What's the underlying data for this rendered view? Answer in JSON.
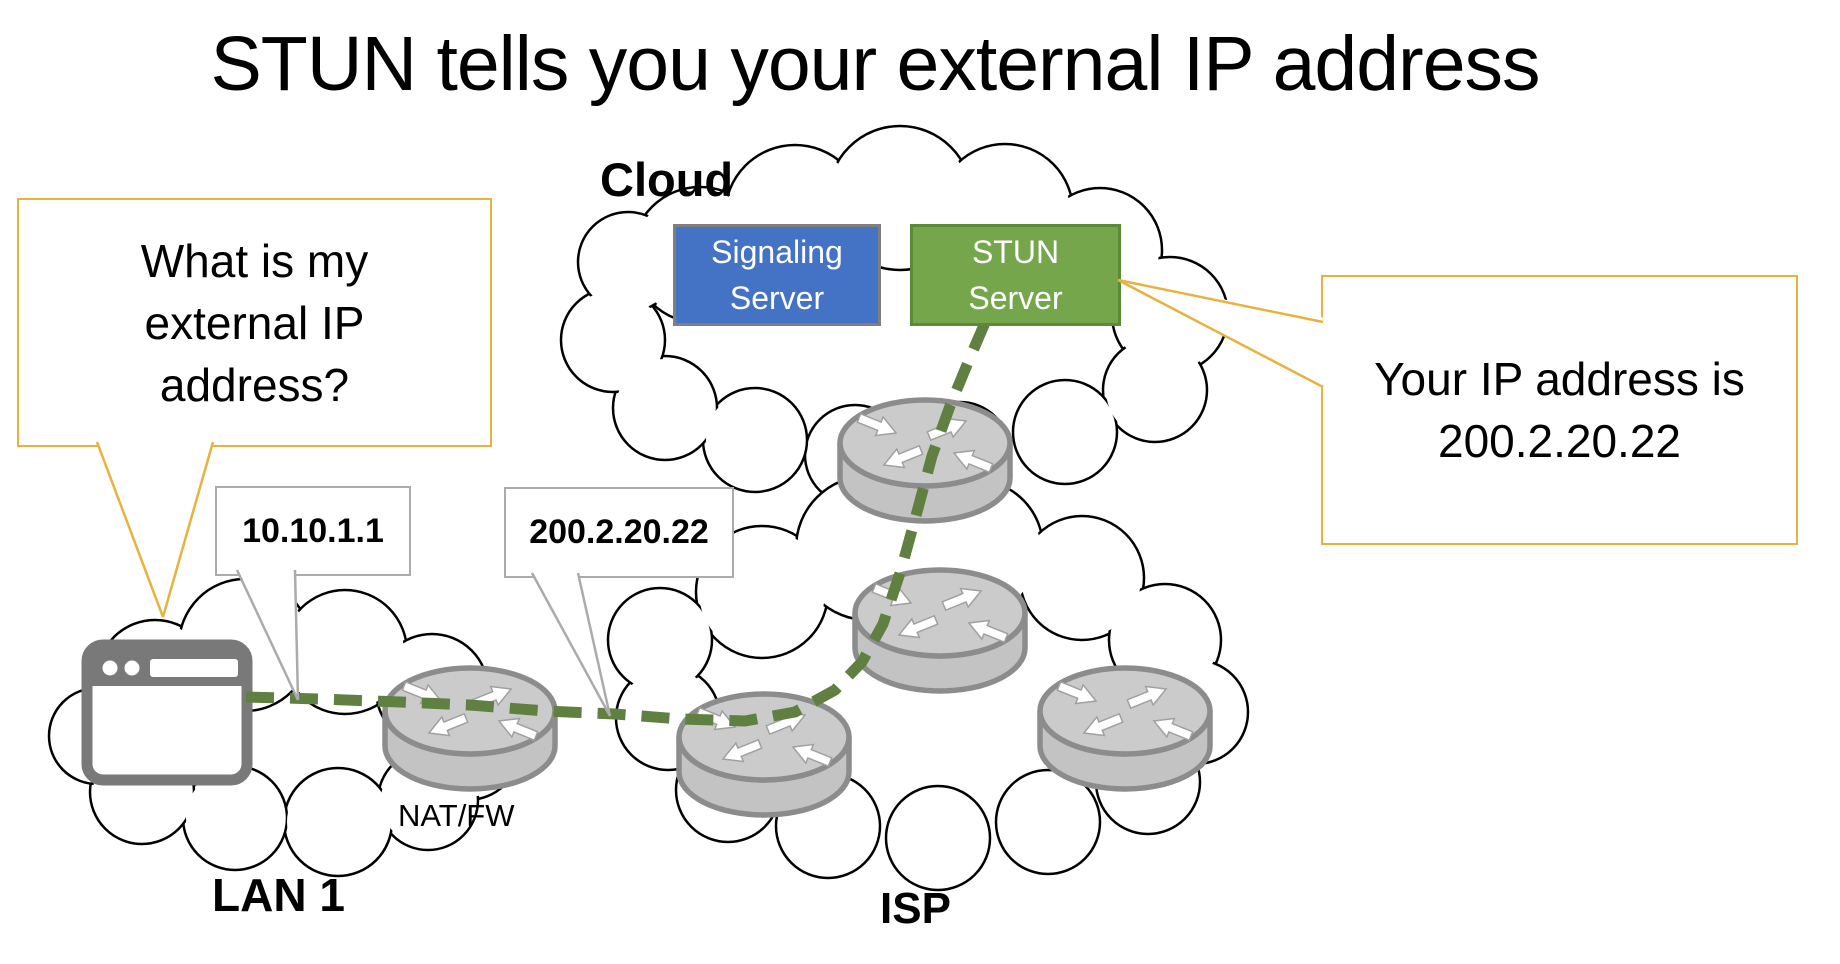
{
  "slide": {
    "title": "STUN tells you your external IP address",
    "background": "#ffffff"
  },
  "clouds": {
    "top": {
      "label": "Cloud"
    },
    "lan": {
      "label": "LAN 1"
    },
    "isp": {
      "label": "ISP"
    }
  },
  "servers": {
    "signaling": {
      "label": "Signaling Server",
      "fill": "#4472C4",
      "border": "#7F7F7F",
      "text_color": "#ffffff"
    },
    "stun": {
      "label": "STUN Server",
      "fill": "#75A64B",
      "border": "#5C8A38",
      "text_color": "#ffffff"
    }
  },
  "devices": {
    "nat_label": "NAT/FW",
    "client_icon": "browser-window-icon",
    "router_icon": "router-icon",
    "router_count": 5
  },
  "callouts": {
    "question": {
      "text": "What is my external IP address?",
      "border_color": "#E8B23E"
    },
    "answer": {
      "text": "Your IP address is 200.2.20.22",
      "border_color": "#E8B23E"
    },
    "private_ip": {
      "text": "10.10.1.1",
      "border_color": "#ABABAB"
    },
    "public_ip": {
      "text": "200.2.20.22",
      "border_color": "#ABABAB"
    }
  },
  "path": {
    "style": "dashed",
    "color": "#5F8040",
    "from": "client browser",
    "to": "STUN Server"
  }
}
